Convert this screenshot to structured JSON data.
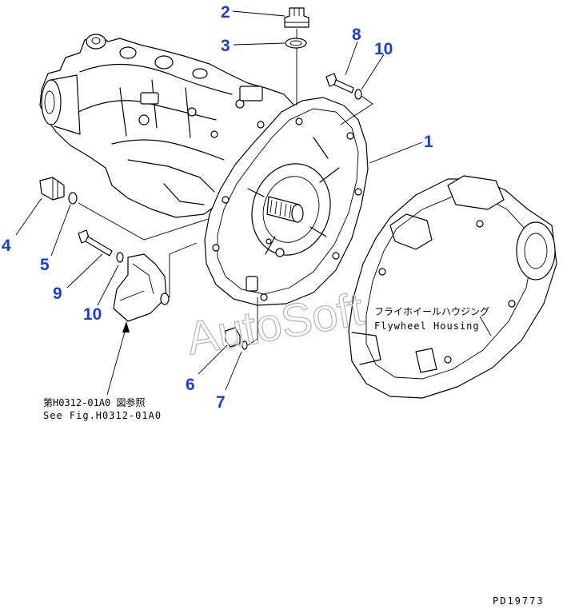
{
  "callouts": [
    {
      "id": "1",
      "label": "1"
    },
    {
      "id": "2",
      "label": "2"
    },
    {
      "id": "3",
      "label": "3"
    },
    {
      "id": "4",
      "label": "4"
    },
    {
      "id": "5",
      "label": "5"
    },
    {
      "id": "6",
      "label": "6"
    },
    {
      "id": "7",
      "label": "7"
    },
    {
      "id": "8",
      "label": "8"
    },
    {
      "id": "9",
      "label": "9"
    },
    {
      "id": "10a",
      "label": "10"
    },
    {
      "id": "10b",
      "label": "10"
    }
  ],
  "flywheel_housing": {
    "label_jp": "フライホイールハウジング",
    "label_en": "Flywheel Housing"
  },
  "reference": {
    "label_jp": "第H0312-01A0 図参照",
    "label_en": "See Fig.H0312-01A0"
  },
  "watermark": "AutoSoft",
  "drawing_code": "PD19773",
  "colors": {
    "callout": "#1a3fd6",
    "line": "#000000",
    "watermark": "#b9b9b9"
  }
}
